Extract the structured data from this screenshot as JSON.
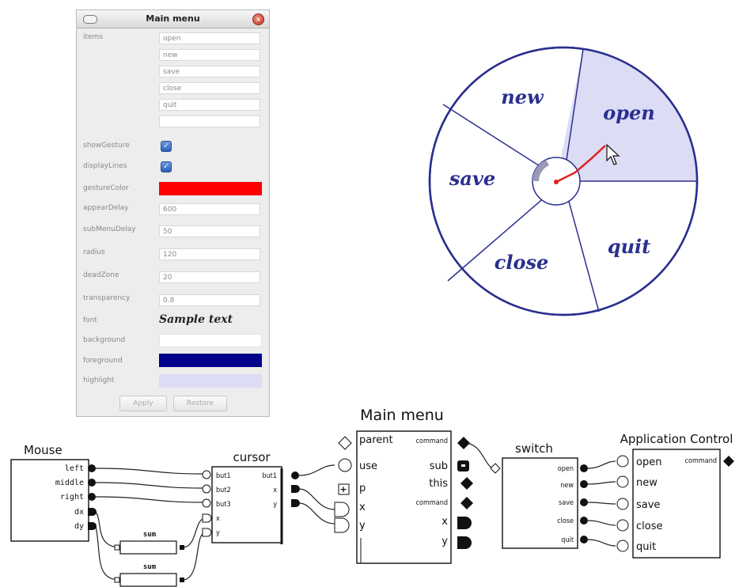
{
  "panel": {
    "title": "Main menu",
    "labels": {
      "items": "items",
      "showGesture": "showGesture",
      "displayLines": "displayLines",
      "gestureColor": "gestureColor",
      "appearDelay": "appearDelay",
      "subMenuDelay": "subMenuDelay",
      "radius": "radius",
      "deadZone": "deadZone",
      "transparency": "transparency",
      "font": "font",
      "background": "background",
      "foreground": "foreground",
      "highlight": "highlight"
    },
    "items": [
      "open",
      "new",
      "save",
      "close",
      "quit",
      ""
    ],
    "showGesture": true,
    "displayLines": true,
    "gestureColor": "#ff0000",
    "appearDelay": "600",
    "subMenuDelay": "50",
    "radius": "120",
    "deadZone": "20",
    "transparency": "0.8",
    "font_sample": "Sample text",
    "background_color": "#ffffff",
    "foreground_color": "#00008b",
    "highlight_color": "#dcdcf5",
    "apply_label": "Apply",
    "restore_label": "Restore"
  },
  "pie_menu": {
    "items": [
      "open",
      "new",
      "save",
      "close",
      "quit"
    ],
    "highlighted": "open",
    "fill_color": "#eeeef8",
    "highlight_color": "#dcdcf5",
    "border_color": "#2a2f8f",
    "gesture_color": "#e02020"
  },
  "diagram": {
    "mouse": {
      "title": "Mouse",
      "outputs": [
        "left",
        "middle",
        "right",
        "dx",
        "dy"
      ]
    },
    "cursor": {
      "title": "cursor",
      "inputs": [
        "but1",
        "but2",
        "but3",
        "x",
        "y"
      ],
      "outputs": [
        "but1",
        "x",
        "y"
      ]
    },
    "sum_blocks": [
      {
        "title": "sum"
      },
      {
        "title": "sum"
      }
    ],
    "main_menu": {
      "title": "Main menu",
      "inputs": [
        "parent",
        "use",
        "p",
        "x",
        "y"
      ],
      "outputs": [
        "command",
        "sub",
        "this",
        "command",
        "x",
        "y"
      ]
    },
    "switch": {
      "title": "switch",
      "outputs": [
        "open",
        "new",
        "save",
        "close",
        "quit"
      ]
    },
    "app_control": {
      "title": "Application Control",
      "inputs": [
        "open",
        "new",
        "save",
        "close",
        "quit"
      ],
      "output": "command"
    }
  }
}
